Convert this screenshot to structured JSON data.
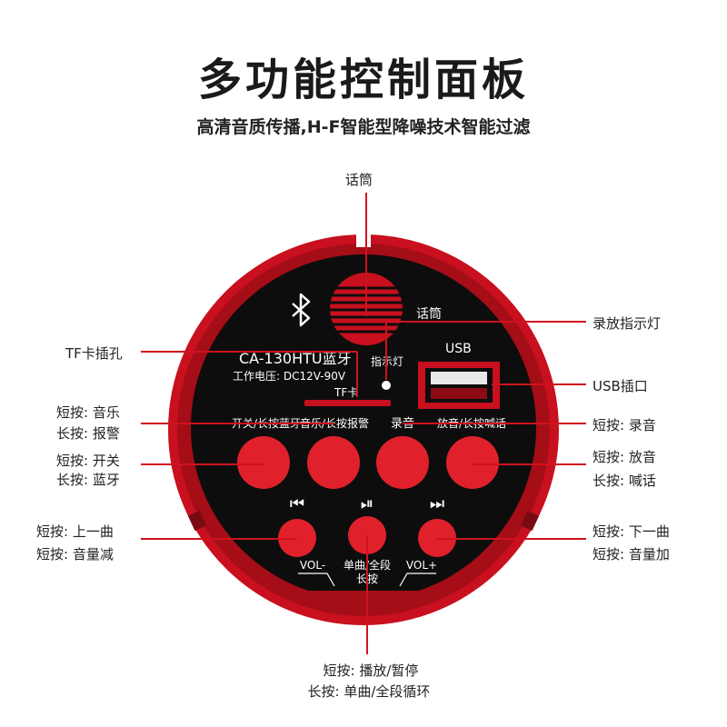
{
  "title": "多功能控制面板",
  "subtitle": "高清音质传播,H-F智能型降噪技术智能过滤",
  "panel": {
    "model": "CA-130HTU蓝牙",
    "voltage": "工作电压: DC12V-90V",
    "mic_label": "话筒",
    "indicator_label": "指示灯",
    "usb_label": "USB",
    "tf_label": "TF卡",
    "button_labels": [
      "开关/长按蓝牙",
      "音乐/长按报警",
      "录音",
      "放音/长按喊话"
    ],
    "small_button_glyphs": [
      "⏮",
      "⏯",
      "⏭"
    ],
    "vol_minus": "VOL-",
    "vol_plus": "VOL+",
    "mode_label": "单曲/全段",
    "mode_sub": "长按",
    "colors": {
      "rim": "#c8101e",
      "face": "#0d0d0d",
      "button": "#e0212c",
      "line": "#d0121f"
    }
  },
  "callouts": {
    "mic": "话筒",
    "tf_slot": "TF卡插孔",
    "record_indicator": "录放指示灯",
    "usb_port": "USB插口",
    "music_short": "短按: 音乐",
    "music_long": "长按: 报警",
    "power_short": "短按: 开关",
    "power_long": "长按: 蓝牙",
    "record_short": "短按: 录音",
    "play_short": "短按: 放音",
    "play_long": "长按: 喊话",
    "prev_short": "短按: 上一曲",
    "prev_long": "短按: 音量减",
    "next_short": "短按: 下一曲",
    "next_long": "短按: 音量加",
    "playpause_short": "短按: 播放/暂停",
    "playpause_long": "长按: 单曲/全段循环"
  }
}
